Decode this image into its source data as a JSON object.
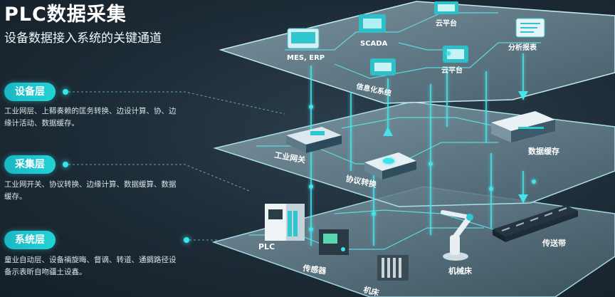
{
  "header": {
    "title": "PLC数据采集",
    "subtitle": "设备数据接入系统的关键通道"
  },
  "layers": [
    {
      "name": "设备层",
      "description": "工业网层、上鞯奏赖的匡务转换、边设计算、协、边缘计活动、数据缓存。"
    },
    {
      "name": "采集层",
      "description": "工业网开关、协议转换、边缘计算、数据缓算、数据缓存。"
    },
    {
      "name": "系统层",
      "description": "童业自动层、设备裲旋晦、督谪、转道、通錭路径设备示表昕自吻疆土设鑫。"
    }
  ],
  "top_plane": {
    "nodes": [
      "MES, ERP",
      "SCADA",
      "云平台",
      "云平台",
      "分析报表",
      "信息化系统"
    ]
  },
  "middle_plane": {
    "nodes": [
      "工业网关",
      "协议转换",
      "数据缓存"
    ]
  },
  "bottom_plane": {
    "nodes": [
      "PLC",
      "传感器",
      "机床",
      "机械床",
      "传送带"
    ]
  },
  "colors": {
    "accent": "#23d3d6",
    "glow": "#37e6ea",
    "background": "#1d2b36",
    "plane_fill": "#6f8a97"
  }
}
